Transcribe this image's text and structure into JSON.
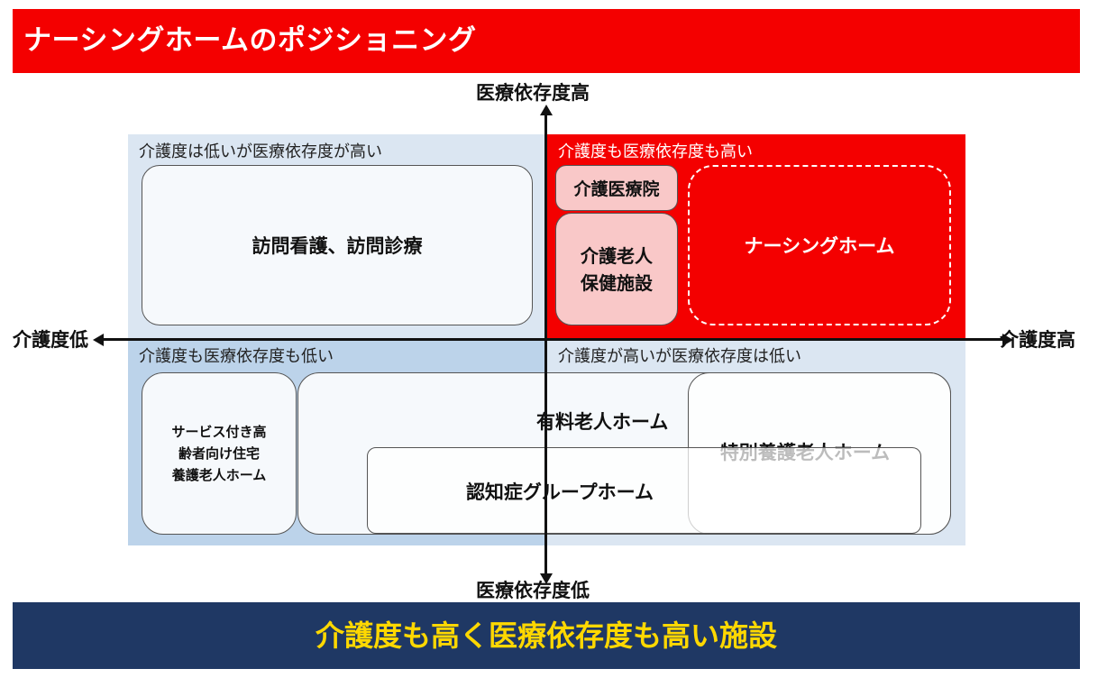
{
  "header": {
    "title": "ナーシングホームのポジショニング"
  },
  "axes": {
    "top": "医療依存度高",
    "bottom": "医療依存度低",
    "left": "介護度低",
    "right": "介護度高"
  },
  "quadrants": {
    "top_left": "介護度は低いが医療依存度が高い",
    "top_right": "介護度も医療依存度も高い",
    "bottom_left": "介護度も医療依存度も低い",
    "bottom_right": "介護度が高いが医療依存度は低い"
  },
  "facilities": {
    "visit": "訪問看護、訪問診療",
    "kaigo_iryoin": "介護医療院",
    "roken_line1": "介護老人",
    "roken_line2": "保健施設",
    "nursing_home": "ナーシングホーム",
    "sakoju_line1": "サービス付き高",
    "sakoju_line2": "齢者向け住宅",
    "sakoju_line3": "養護老人ホーム",
    "yuryo": "有料老人ホーム",
    "tokuyo": "特別養護老人ホーム",
    "group_home": "認知症グループホーム"
  },
  "footer": {
    "caption": "介護度も高く医療依存度も高い施設"
  },
  "colors": {
    "red": "#f40000",
    "navy": "#1f3864",
    "yellow": "#ffd800",
    "light_blue": "#dbe6f2",
    "mid_blue": "#bcd3ea",
    "pink": "#f9c8c8"
  }
}
